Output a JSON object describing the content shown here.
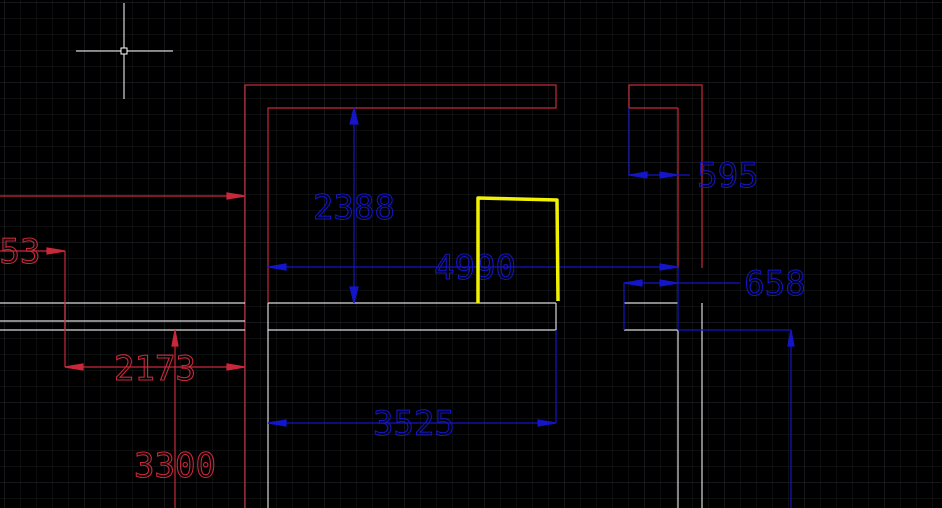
{
  "colors": {
    "background": "#000000",
    "grid_minor": "#1a1d20",
    "grid_major": "#2a2e33",
    "wall_red": "#c8283a",
    "wall_white": "#d9d9d9",
    "dim_blue": "#1414c8",
    "dim_red": "#c8283a",
    "highlight_yellow": "#f2f200",
    "cursor": "#ffffff"
  },
  "cursor": {
    "icon": "crosshair-cursor-icon"
  },
  "dimensions": {
    "d2388": "2388",
    "d4990": "4990",
    "d595": "595",
    "d658": "658",
    "d3525": "3525",
    "d53": "53",
    "d2173": "2173",
    "d3300": "3300"
  }
}
